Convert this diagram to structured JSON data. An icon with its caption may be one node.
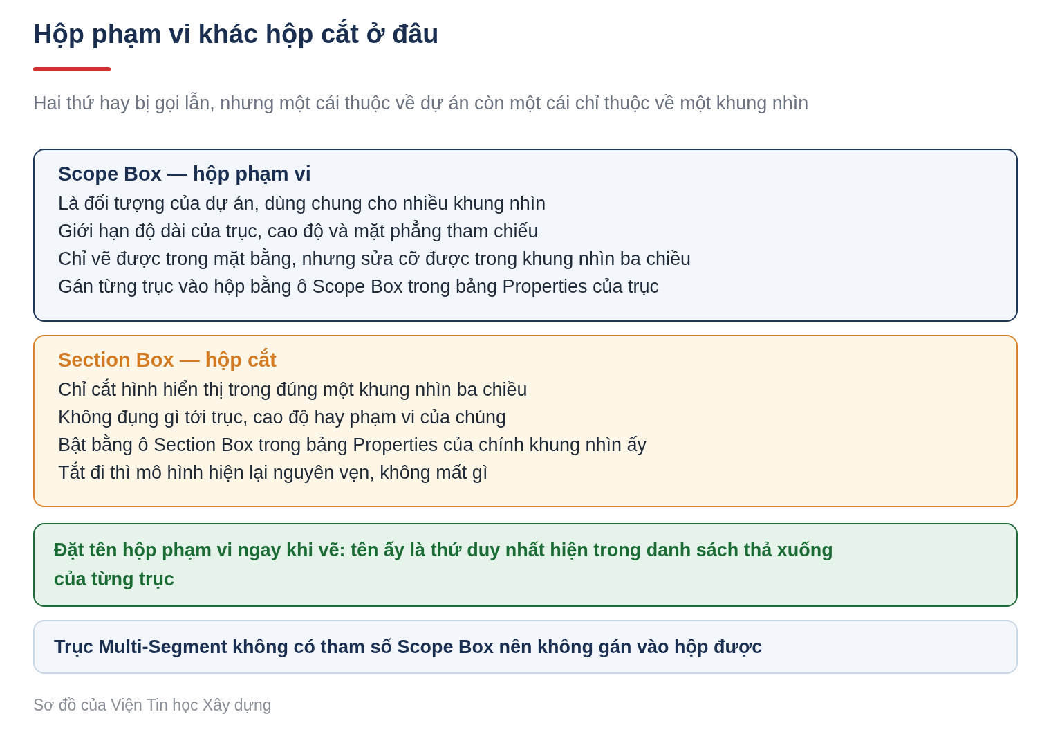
{
  "diagram": {
    "title": "Hộp phạm vi khác hộp cắt ở đâu",
    "caption": "Sơ đồ của Viện Tin học Xây dựng",
    "labels": [
      "Hai thứ hay bị gọi lẫn, nhưng một cái thuộc về dự án còn một cái chỉ thuộc về một khung nhìn"
    ],
    "nodes": [
      {
        "text": [
          "Scope Box — hộp phạm vi",
          "Là đối tượng của dự án, dùng chung cho nhiều khung nhìn",
          "Giới hạn độ dài của trục, cao độ và mặt phẳng tham chiếu",
          "Chỉ vẽ được trong mặt bằng, nhưng sửa cỡ được trong khung nhìn ba chiều",
          "Gán từng trục vào hộp bằng ô Scope Box trong bảng Properties của trục"
        ]
      },
      {
        "text": [
          "Section Box — hộp cắt",
          "Chỉ cắt hình hiển thị trong đúng một khung nhìn ba chiều",
          "Không đụng gì tới trục, cao độ hay phạm vi của chúng",
          "Bật bằng ô Section Box trong bảng Properties của chính khung nhìn ấy",
          "Tắt đi thì mô hình hiện lại nguyên vẹn, không mất gì"
        ]
      },
      {
        "text": [
          "Đặt tên hộp phạm vi ngay khi vẽ: tên ấy là thứ duy nhất hiện trong danh sách thả xuống của từng trục"
        ]
      },
      {
        "text": [
          "Trục Multi-Segment không có tham số Scope Box nên không gán vào hộp được"
        ]
      }
    ]
  }
}
